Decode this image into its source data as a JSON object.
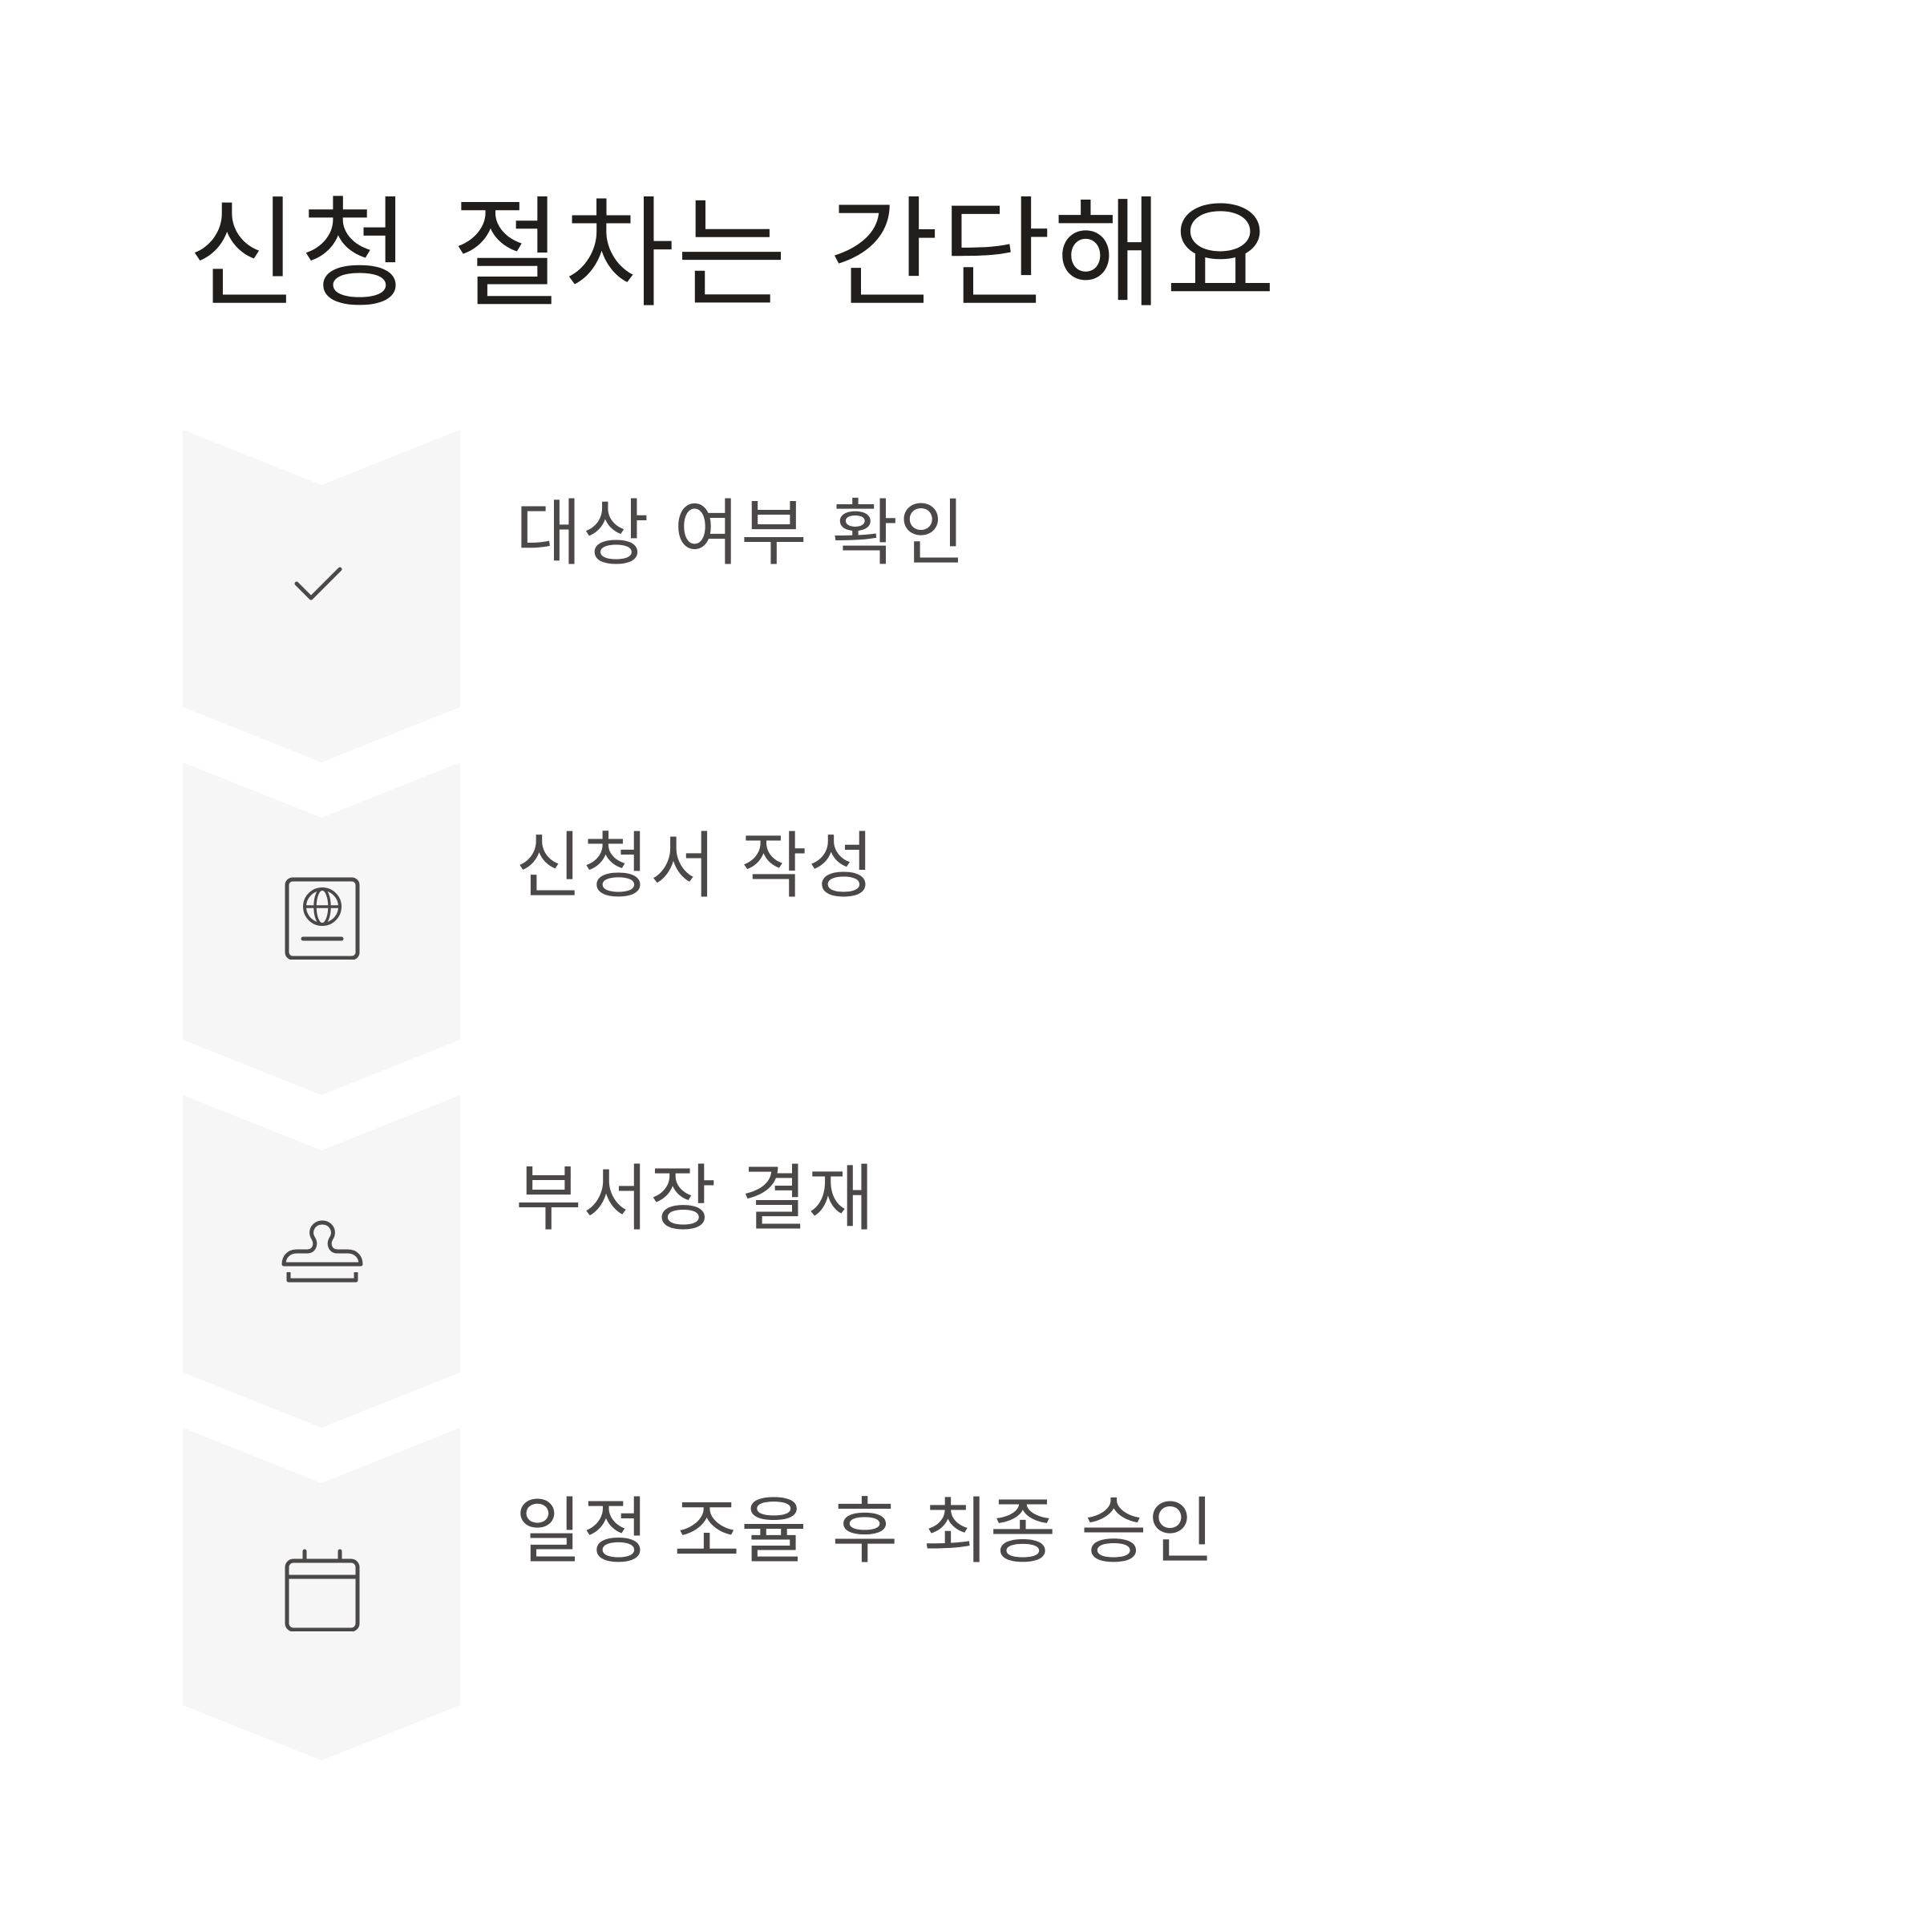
{
  "page": {
    "title": "신청 절차는 간단해요"
  },
  "colors": {
    "chevron_fill": "#f7f6f7",
    "title_text": "#211d1b",
    "step_text": "#4c4848",
    "icon_stroke": "#4c4848"
  },
  "steps": [
    {
      "label": "대상 여부 확인",
      "icon": "checkmark-icon"
    },
    {
      "label": "신청서 작성",
      "icon": "passport-icon"
    },
    {
      "label": "부서장 결재",
      "icon": "stamp-icon"
    },
    {
      "label": "일정 조율 후 최종 승인",
      "icon": "calendar-icon"
    }
  ]
}
